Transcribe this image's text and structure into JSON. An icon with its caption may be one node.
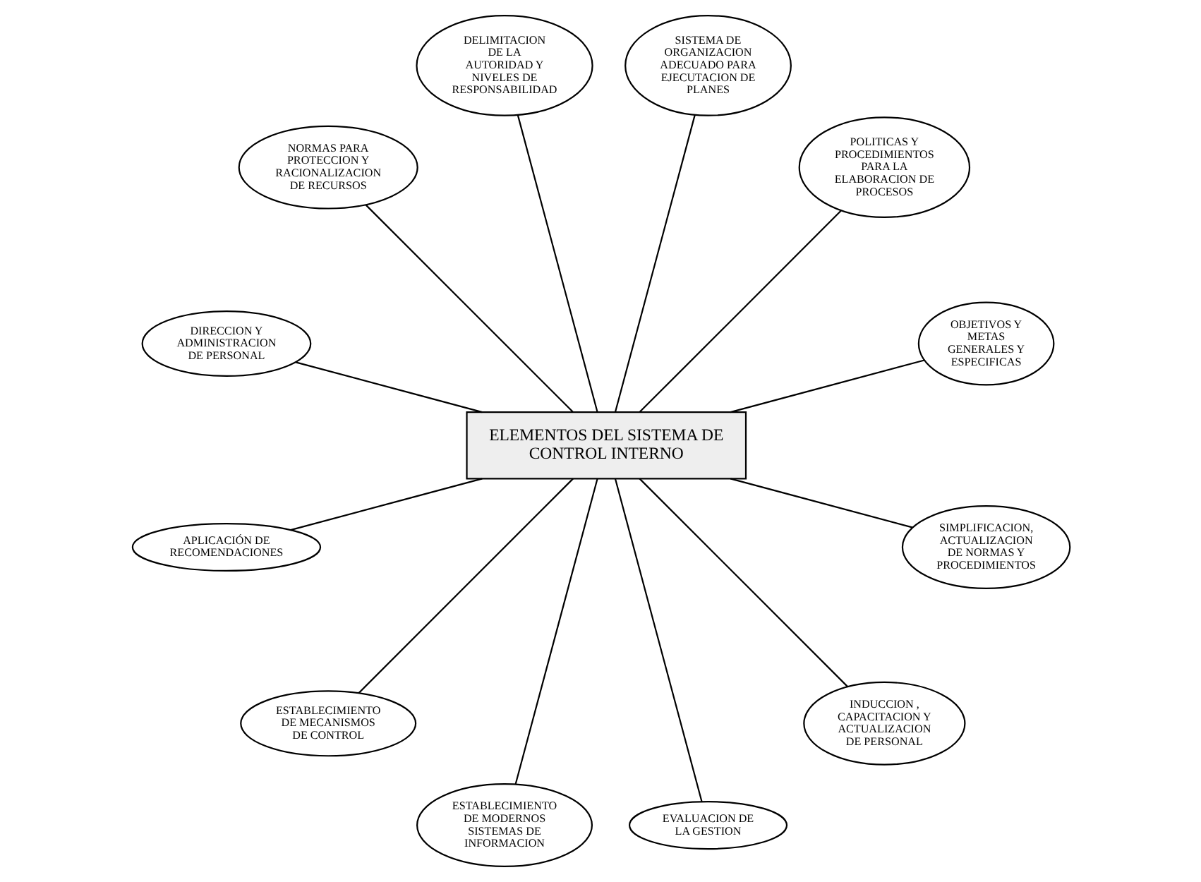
{
  "diagram": {
    "nodes": [
      {
        "text": [
          "ELEMENTOS DEL SISTEMA DE CONTROL INTERNO"
        ]
      },
      {
        "text": [
          "OBJETIVOS Y METAS GENERALES Y ESPECIFICAS"
        ]
      },
      {
        "text": [
          "POLITICAS Y PROCEDIMIENTOS PARA LA ELABORACION DE PROCESOS"
        ]
      },
      {
        "text": [
          "SISTEMA DE ORGANIZACION ADECUADO PARA EJECUTACION DE PLANES"
        ]
      },
      {
        "text": [
          "DELIMITACION DE LA AUTORIDAD Y NIVELES DE RESPONSABILIDAD"
        ]
      },
      {
        "text": [
          "NORMAS PARA PROTECCION Y RACIONALIZACION DE RECURSOS"
        ]
      },
      {
        "text": [
          "DIRECCION Y ADMINISTRACION DE PERSONAL"
        ]
      },
      {
        "text": [
          "APLICACIÓN DE RECOMENDACIONES"
        ]
      },
      {
        "text": [
          "ESTABLECIMIENTO DE MECANISMOS DE CONTROL"
        ]
      },
      {
        "text": [
          "ESTABLECIMIENTO DE MODERNOS SISTEMAS DE INFORMACION"
        ]
      },
      {
        "text": [
          "EVALUACION DE LA GESTION"
        ]
      },
      {
        "text": [
          "INDUCCION , CAPACITACION Y ACTUALIZACION DE PERSONAL"
        ]
      },
      {
        "text": [
          "SIMPLIFICACION, ACTUALIZACION DE NORMAS Y PROCEDIMIENTOS"
        ]
      }
    ],
    "edges": [
      {
        "from": 0,
        "to": 1,
        "arrow": "none"
      },
      {
        "from": 0,
        "to": 2,
        "arrow": "none"
      },
      {
        "from": 0,
        "to": 3,
        "arrow": "none"
      },
      {
        "from": 0,
        "to": 4,
        "arrow": "none"
      },
      {
        "from": 0,
        "to": 5,
        "arrow": "none"
      },
      {
        "from": 0,
        "to": 6,
        "arrow": "none"
      },
      {
        "from": 0,
        "to": 7,
        "arrow": "none"
      },
      {
        "from": 0,
        "to": 8,
        "arrow": "none"
      },
      {
        "from": 0,
        "to": 9,
        "arrow": "none"
      },
      {
        "from": 0,
        "to": 10,
        "arrow": "none"
      },
      {
        "from": 0,
        "to": 11,
        "arrow": "none"
      },
      {
        "from": 0,
        "to": 12,
        "arrow": "none"
      }
    ]
  }
}
